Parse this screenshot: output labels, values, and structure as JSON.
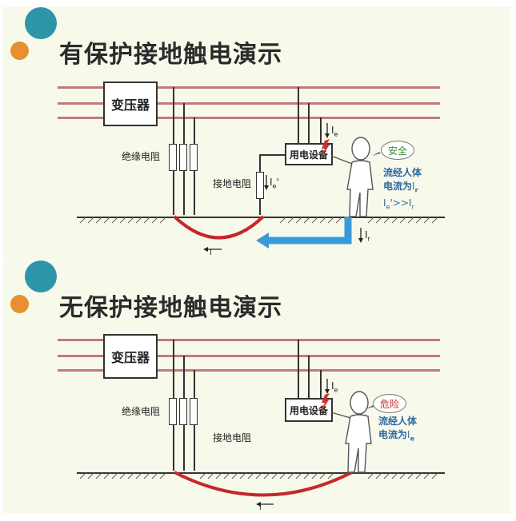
{
  "panels": [
    {
      "title": "有保护接地触电演示",
      "transformer_label": "变压器",
      "insulation_label": "绝缘电阻",
      "ground_resistor_label": "接地电阻",
      "device_label": "用电设备",
      "current_e": "I",
      "current_e_sub": "e",
      "current_e_prime": "I",
      "current_e_prime_sub": "e",
      "current_e_prime_mark": "'",
      "current_r": "I",
      "current_r_sub": "r",
      "status_bubble": "安全",
      "body_current_line1": "流经人体",
      "body_current_line2": "电流为",
      "body_current_symbol": "I",
      "body_current_sub": "r",
      "relation_lhs": "I",
      "relation_lhs_sub": "e",
      "relation_op": "'>>",
      "relation_rhs": "I",
      "relation_rhs_sub": "r",
      "ground_current": "I"
    },
    {
      "title": "无保护接地触电演示",
      "transformer_label": "变压器",
      "insulation_label": "绝缘电阻",
      "ground_resistor_label": "接地电阻",
      "device_label": "用电设备",
      "current_e": "I",
      "current_e_sub": "e",
      "status_bubble": "危险",
      "body_current_line1": "流经人体",
      "body_current_line2": "电流为",
      "body_current_symbol": "I",
      "body_current_sub": "e",
      "ground_current": "I"
    }
  ],
  "colors": {
    "line": "#c4787a",
    "panel_bg": "#f7f9ea",
    "blue_text": "#2d67a6",
    "arrow_blue": "#3a9ad9",
    "arc_red": "#c62828",
    "safe_text": "#3a8a3a",
    "danger_text": "#c62828",
    "teal": "#2e95a8",
    "orange": "#e8902f"
  }
}
